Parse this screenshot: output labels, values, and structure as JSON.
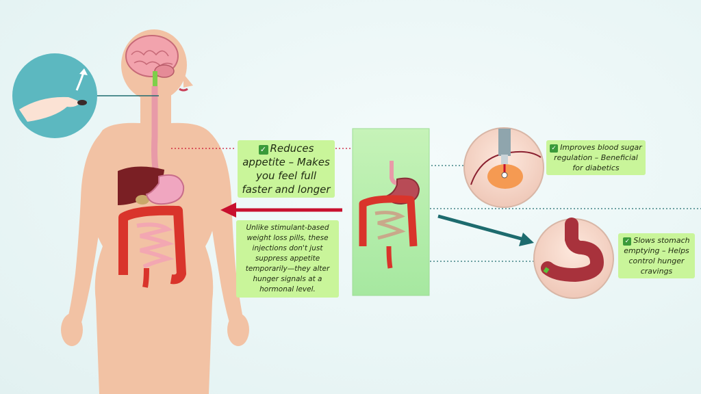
{
  "callouts": {
    "appetite": {
      "check_icon": "check-box-icon",
      "text": "Reduces appetite – Makes you feel full faster and longer"
    },
    "hormonal": {
      "text": "Unlike stimulant-based weight loss pills, these injections don't just suppress appetite temporarily—they alter hunger signals at a hormonal level."
    },
    "blood_sugar": {
      "check_icon": "check-box-icon",
      "text": "Improves blood sugar regulation – Beneficial for diabetics"
    },
    "stomach": {
      "check_icon": "check-box-icon",
      "text": "Slows stomach emptying – Helps control hunger cravings"
    }
  },
  "colors": {
    "callout_bg": "#c9f59a",
    "check_green": "#3a9a3a",
    "skin": "#f2c2a4",
    "red_arrow": "#c8102e",
    "teal_arrow": "#1d6b6e",
    "highlight_panel": "#b8f0a8"
  }
}
